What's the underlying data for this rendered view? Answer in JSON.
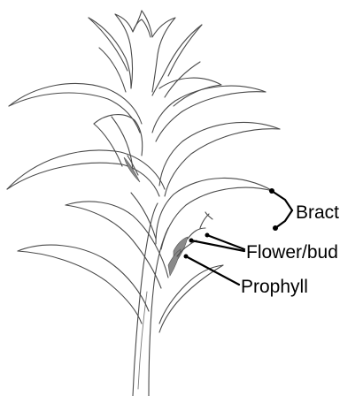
{
  "figure": {
    "labels": {
      "bract": "Bract",
      "flower_bud": "Flower/bud",
      "prophyll": "Prophyll"
    },
    "colors": {
      "line": "#000000",
      "sketch": "#4a4a4a",
      "background": "#ffffff"
    }
  }
}
